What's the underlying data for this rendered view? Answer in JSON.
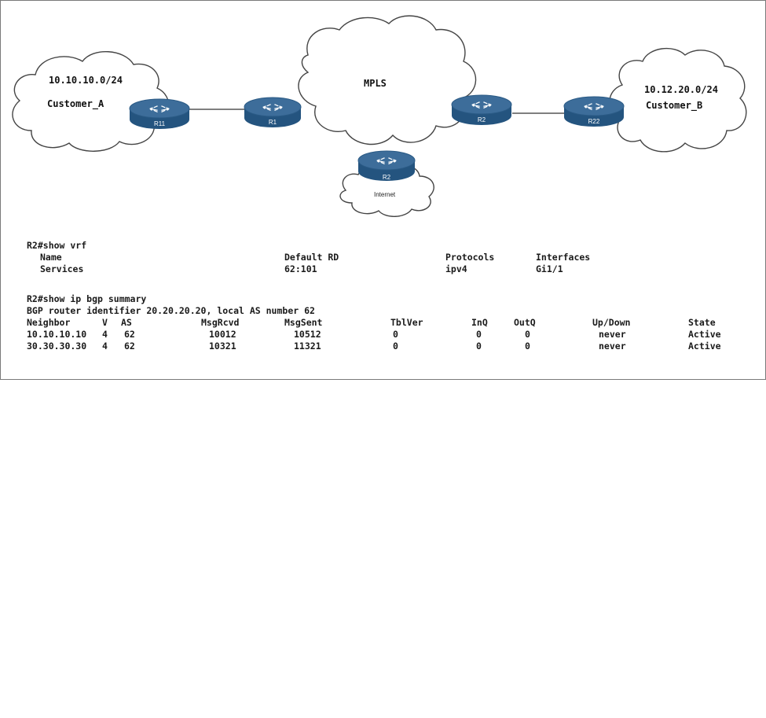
{
  "diagram": {
    "clouds": {
      "customer_a": {
        "subnet": "10.10.10.0/24",
        "name": "Customer_A"
      },
      "mpls": {
        "name": "MPLS"
      },
      "customer_b": {
        "subnet": "10.12.20.0/24",
        "name": "Customer_B"
      },
      "internet": {
        "name": "Internet"
      }
    },
    "routers": {
      "r11": "R11",
      "r1": "R1",
      "r2_mpls": "R2",
      "r22": "R22",
      "r2_internet": "R2"
    }
  },
  "cli": {
    "show_vrf": {
      "prompt": "R2#show vrf",
      "headers": {
        "name": "Name",
        "rd": "Default RD",
        "protocols": "Protocols",
        "interfaces": "Interfaces"
      },
      "row": {
        "name": "Services",
        "rd": "62:101",
        "protocols": "ipv4",
        "interfaces": "Gi1/1"
      }
    },
    "bgp_summary": {
      "prompt": "R2#show ip bgp summary",
      "identifier_line": "BGP router identifier 20.20.20.20, local AS number 62",
      "headers": {
        "neighbor": "Neighbor",
        "v": "V",
        "as": "AS",
        "msgrcvd": "MsgRcvd",
        "msgsent": "MsgSent",
        "tblver": "TblVer",
        "inq": "InQ",
        "outq": "OutQ",
        "updown": "Up/Down",
        "state": "State"
      },
      "rows": [
        {
          "neighbor": "10.10.10.10",
          "v": "4",
          "as": "62",
          "msgrcvd": "10012",
          "msgsent": "10512",
          "tblver": "0",
          "inq": "0",
          "outq": "0",
          "updown": "never",
          "state": "Active"
        },
        {
          "neighbor": "30.30.30.30",
          "v": "4",
          "as": "62",
          "msgrcvd": "10321",
          "msgsent": "11321",
          "tblver": "0",
          "inq": "0",
          "outq": "0",
          "updown": "never",
          "state": "Active"
        }
      ]
    }
  },
  "colors": {
    "router_top": "#3d6d9a",
    "router_side": "#24547f",
    "cloud_stroke": "#444444",
    "link": "#555555"
  }
}
